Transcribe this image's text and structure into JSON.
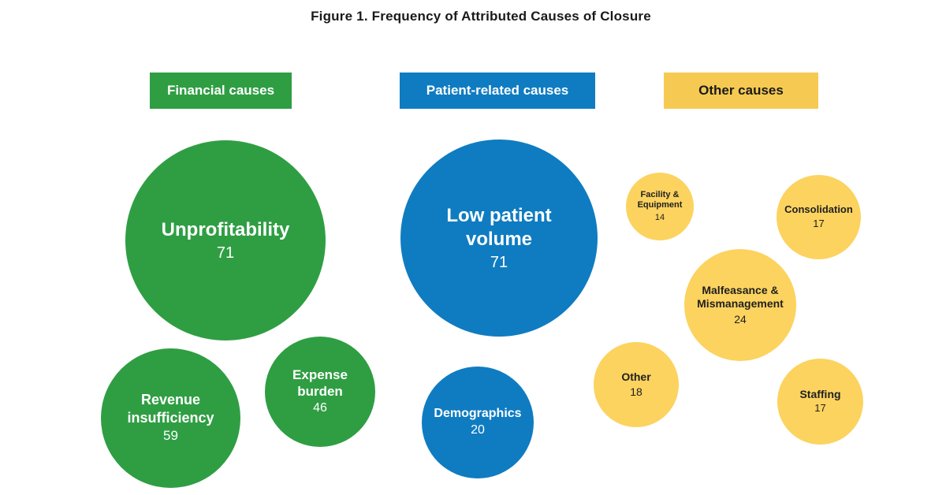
{
  "title": "Figure 1. Frequency of Attributed Causes of Closure",
  "colors": {
    "financial_green": "#2F9E43",
    "patient_blue": "#0F7CC1",
    "other_header_yellow": "#F6CA52",
    "other_bubble_yellow": "#FCD35F",
    "title_text": "#1A1A1A"
  },
  "chart_data": {
    "type": "bubble",
    "title": "Figure 1. Frequency of Attributed Causes of Closure",
    "value_encoding": "bubble size proportional to frequency of attributed cause of closure",
    "legend_position": "top",
    "series": [
      {
        "name": "Financial causes",
        "color": "#2F9E43",
        "points": [
          {
            "label": "Unprofitability",
            "value": 71
          },
          {
            "label": "Revenue insufficiency",
            "value": 59
          },
          {
            "label": "Expense burden",
            "value": 46
          }
        ]
      },
      {
        "name": "Patient-related causes",
        "color": "#0F7CC1",
        "points": [
          {
            "label": "Low patient volume",
            "value": 71
          },
          {
            "label": "Demographics",
            "value": 20
          }
        ]
      },
      {
        "name": "Other causes",
        "color": "#FCD35F",
        "points": [
          {
            "label": "Facility & Equipment",
            "value": 14
          },
          {
            "label": "Consolidation",
            "value": 17
          },
          {
            "label": "Malfeasance & Mismanagement",
            "value": 24
          },
          {
            "label": "Other",
            "value": 18
          },
          {
            "label": "Staffing",
            "value": 17
          }
        ]
      }
    ]
  }
}
